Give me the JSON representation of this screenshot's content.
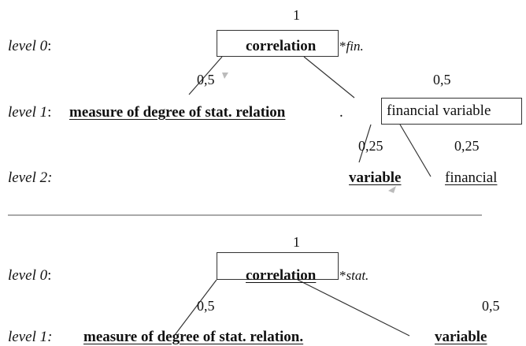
{
  "diagram_1": {
    "root_weight": "1",
    "level0_label": "level 0",
    "level0_colon": ":",
    "root_term": "correlation",
    "root_suffix_star": "*",
    "root_suffix": "fin.",
    "left_weight": "0,5",
    "right_weight": "0,5",
    "level1_label": "level 1",
    "level1_colon": ": ",
    "left_child": "measure of degree of stat. relation",
    "left_child_period": ".",
    "right_child": "financial variable",
    "sub_left_weight": "0,25",
    "sub_right_weight": "0,25",
    "level2_label": "level 2:",
    "grand_left": "variable",
    "grand_right": "financial"
  },
  "diagram_2": {
    "root_weight": "1",
    "level0_label": "level 0",
    "level0_colon": ":",
    "root_term": "correlation",
    "root_suffix_star": "*",
    "root_suffix": "stat.",
    "left_weight": "0,5",
    "right_weight": "0,5",
    "level1_label": "level 1:",
    "left_child": "measure of degree of stat. relation.",
    "right_child": "variable"
  },
  "colors": {
    "ink": "#111111",
    "box_border": "#333333",
    "arrow_marker": "#bbbbbb"
  }
}
